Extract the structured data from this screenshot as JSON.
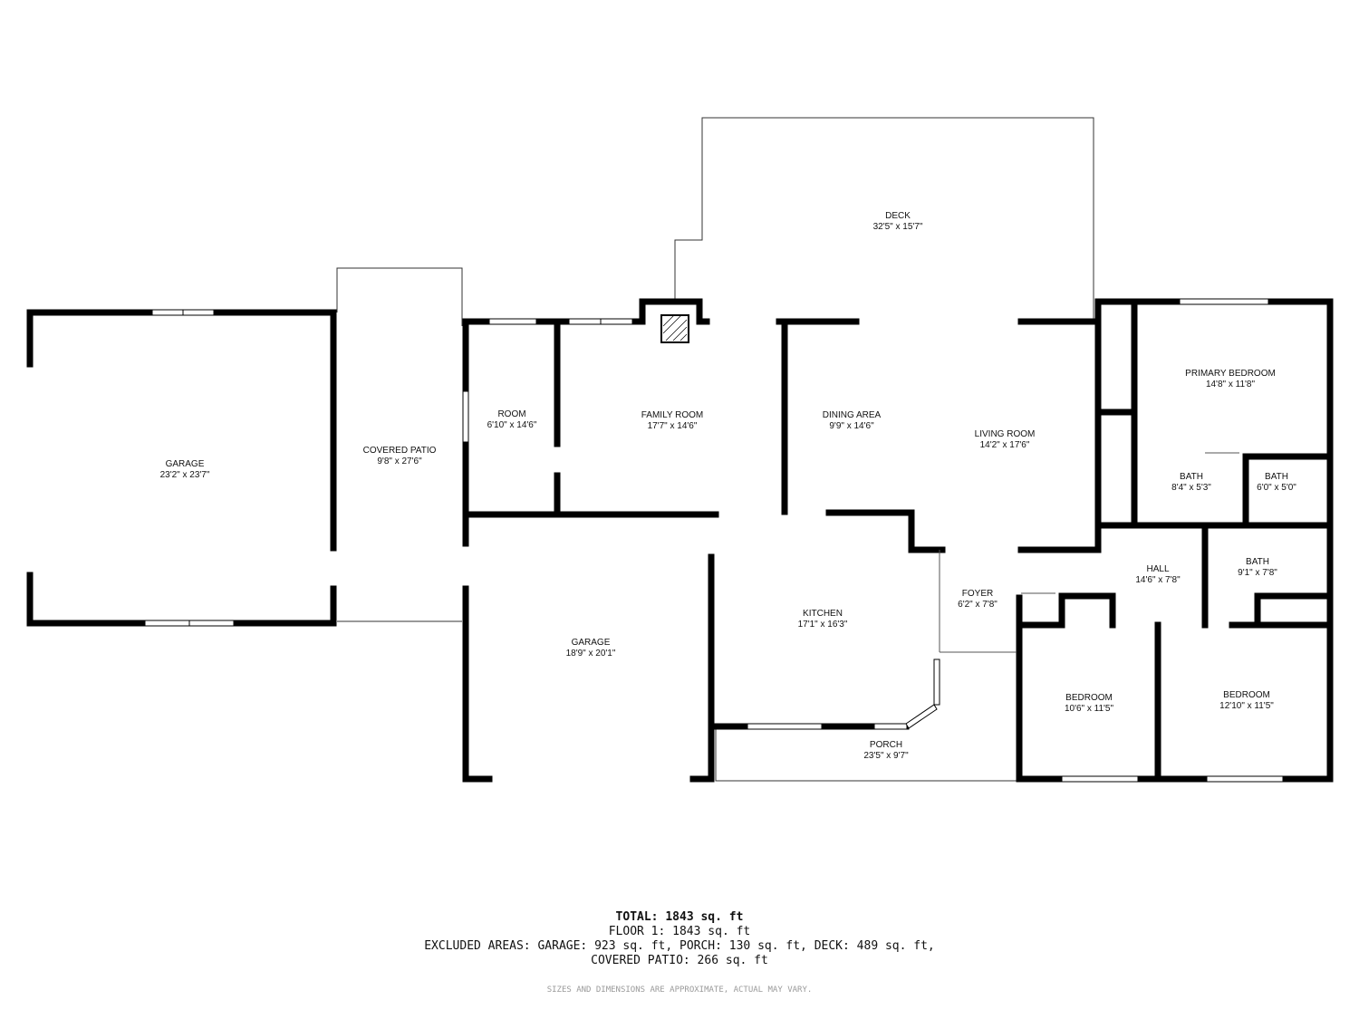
{
  "rooms": {
    "deck": {
      "name": "DECK",
      "dims": "32'5\" x 15'7\""
    },
    "garage_left": {
      "name": "GARAGE",
      "dims": "23'2\" x 23'7\""
    },
    "covered_patio": {
      "name": "COVERED PATIO",
      "dims": "9'8\" x 27'6\""
    },
    "room": {
      "name": "ROOM",
      "dims": "6'10\" x 14'6\""
    },
    "family_room": {
      "name": "FAMILY ROOM",
      "dims": "17'7\" x 14'6\""
    },
    "dining_area": {
      "name": "DINING AREA",
      "dims": "9'9\" x 14'6\""
    },
    "living_room": {
      "name": "LIVING ROOM",
      "dims": "14'2\" x 17'6\""
    },
    "primary_bedroom": {
      "name": "PRIMARY BEDROOM",
      "dims": "14'8\" x 11'8\""
    },
    "bath_1": {
      "name": "BATH",
      "dims": "8'4\" x 5'3\""
    },
    "bath_2": {
      "name": "BATH",
      "dims": "6'0\" x 5'0\""
    },
    "hall": {
      "name": "HALL",
      "dims": "14'6\" x 7'8\""
    },
    "bath_3": {
      "name": "BATH",
      "dims": "9'1\" x 7'8\""
    },
    "foyer": {
      "name": "FOYER",
      "dims": "6'2\" x 7'8\""
    },
    "garage_center": {
      "name": "GARAGE",
      "dims": "18'9\" x 20'1\""
    },
    "kitchen": {
      "name": "KITCHEN",
      "dims": "17'1\" x 16'3\""
    },
    "porch": {
      "name": "PORCH",
      "dims": "23'5\" x 9'7\""
    },
    "bedroom_1": {
      "name": "BEDROOM",
      "dims": "10'6\" x 11'5\""
    },
    "bedroom_2": {
      "name": "BEDROOM",
      "dims": "12'10\" x 11'5\""
    }
  },
  "summary": {
    "total": "TOTAL: 1843 sq. ft",
    "floor": "FLOOR 1: 1843 sq. ft",
    "excluded_line1": "EXCLUDED AREAS: GARAGE: 923 sq. ft, PORCH: 130 sq. ft, DECK: 489 sq. ft,",
    "excluded_line2": "COVERED PATIO: 266 sq. ft"
  },
  "disclaimer": "SIZES AND DIMENSIONS ARE APPROXIMATE, ACTUAL MAY VARY."
}
